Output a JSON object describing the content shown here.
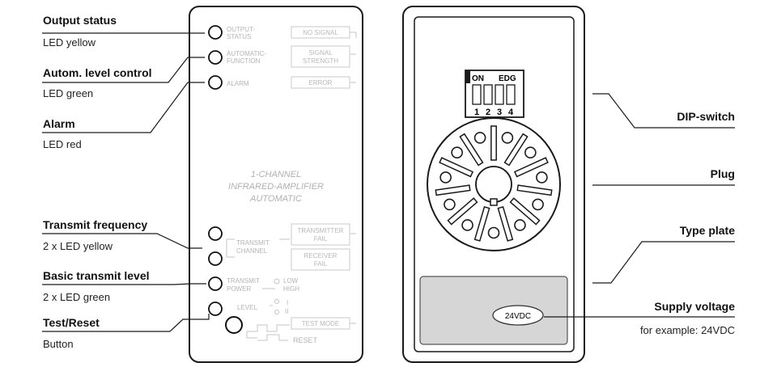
{
  "left_labels": [
    {
      "id": "output-status",
      "title": "Output status",
      "sub": "LED yellow"
    },
    {
      "id": "autom-level-control",
      "title": "Autom. level control",
      "sub": "LED green"
    },
    {
      "id": "alarm",
      "title": "Alarm",
      "sub": "LED red"
    },
    {
      "id": "transmit-frequency",
      "title": "Transmit frequency",
      "sub": "2 x LED yellow"
    },
    {
      "id": "basic-transmit-level",
      "title": "Basic transmit level",
      "sub": "2 x LED green"
    },
    {
      "id": "test-reset",
      "title": "Test/Reset",
      "sub": "Button"
    }
  ],
  "right_labels": {
    "dip_switch": "DIP-switch",
    "plug": "Plug",
    "type_plate": "Type plate",
    "supply_voltage": "Supply voltage",
    "supply_example": "for example: 24VDC"
  },
  "front_panel": {
    "led_labels": {
      "output_status_1": "OUTPUT-",
      "output_status_2": "STATUS",
      "automatic_function_1": "AUTOMATIC-",
      "automatic_function_2": "FUNCTION",
      "alarm": "ALARM",
      "transmit_channel_1": "TRANSMIT",
      "transmit_channel_2": "CHANNEL",
      "transmit_power_1": "TRANSMIT",
      "transmit_power_2": "POWER",
      "low": "LOW",
      "high": "HIGH",
      "level": "LEVEL",
      "level_i": "I",
      "level_ii": "II",
      "reset": "RESET"
    },
    "boxes": {
      "no_signal": "NO SIGNAL",
      "signal_strength_1": "SIGNAL",
      "signal_strength_2": "STRENGTH",
      "error": "ERROR",
      "transmitter_fail_1": "TRANSMITTER",
      "transmitter_fail_2": "FAIL",
      "receiver_fail_1": "RECEIVER",
      "receiver_fail_2": "FAIL",
      "test_mode": "TEST MODE"
    },
    "title_lines": [
      "1-CHANNEL",
      "INFRARED-AMPLIFIER",
      "AUTOMATIC"
    ]
  },
  "rear_panel": {
    "dip_on": "ON",
    "dip_edg": "EDG",
    "dip_numbers": [
      "1",
      "2",
      "3",
      "4"
    ],
    "voltage_badge": "24VDC"
  }
}
